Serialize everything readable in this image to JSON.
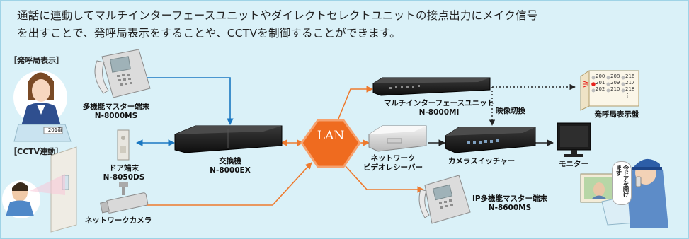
{
  "intro": {
    "line1": "通話に連動してマルチインターフェースユニットやダイレクトセレクトユニットの接点出力にメイク信号",
    "line2": "を出すことで、発呼局表示をすることや、CCTVを制御することができます。"
  },
  "sections": {
    "station_display": "［発呼局表示］",
    "cctv": "［CCTV連動］"
  },
  "devices": {
    "master_station": {
      "name": "多機能マスター端末",
      "model": "N-8000MS"
    },
    "door_station": {
      "name": "ドア端末",
      "model": "N-8050DS"
    },
    "exchange": {
      "name": "交換機",
      "model": "N-8000EX"
    },
    "network_camera": {
      "name": "ネットワークカメラ"
    },
    "lan": "LAN",
    "multi_interface": {
      "name": "マルチインターフェースユニット",
      "model": "N-8000MI"
    },
    "video_receiver": {
      "line1": "ネットワーク",
      "line2": "ビデオレシーバー"
    },
    "camera_switcher": {
      "name": "カメラスイッチャー"
    },
    "monitor": {
      "name": "モニター"
    },
    "ip_master_station": {
      "name": "IP多機能マスター端末",
      "model": "N-8600MS"
    },
    "call_display_panel": {
      "name": "発呼局表示盤"
    }
  },
  "annotations": {
    "video_switch": "映像切換",
    "room_tag": "201番",
    "speech": "今ドアを開けます"
  },
  "panel": {
    "numbers": [
      [
        "200",
        "208",
        "216"
      ],
      [
        "201",
        "209",
        "217"
      ],
      [
        "202",
        "210",
        "218"
      ]
    ],
    "active": "201",
    "dots": "⋮"
  },
  "colors": {
    "background": "#daf1f8",
    "blue_line": "#1a78c2",
    "orange_line": "#ee7a2e",
    "lan": "#ef6b1f",
    "black_line": "#222222"
  }
}
